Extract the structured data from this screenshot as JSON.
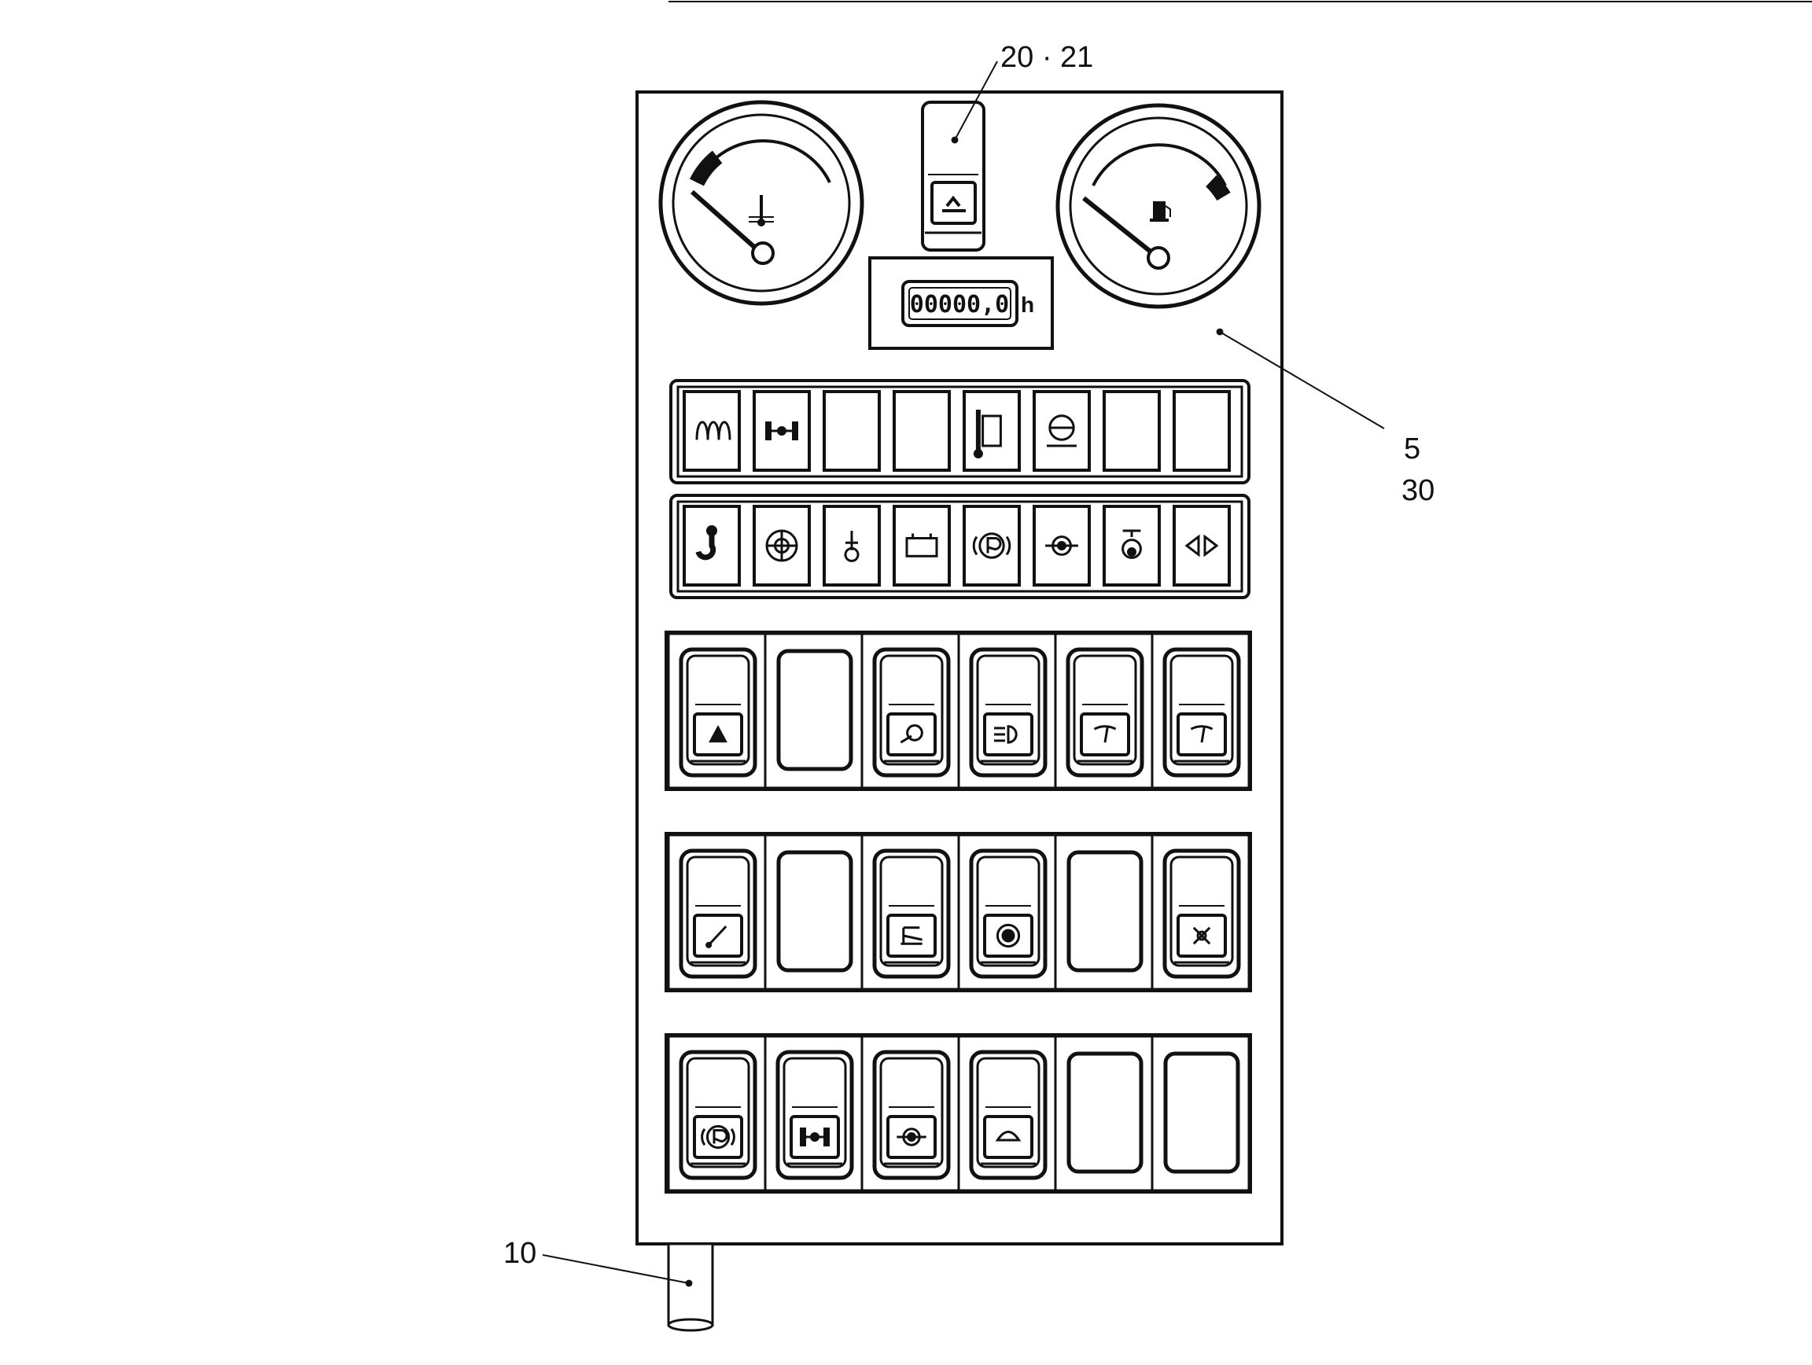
{
  "callouts": {
    "top_switch": "20 · 21",
    "panel_ref_a": "5",
    "panel_ref_b": "30",
    "cable_ref": "10"
  },
  "hour_meter": {
    "value": "00000,0",
    "unit": "h"
  },
  "gauges": [
    {
      "name": "coolant-temperature-gauge",
      "icon": "thermometer-icon"
    },
    {
      "name": "fuel-level-gauge",
      "icon": "fuel-pump-icon"
    }
  ],
  "indicator_rows": [
    [
      "preheat-coil-icon",
      "axle-icon",
      "blank",
      "blank",
      "hydraulic-oil-temp-icon",
      "brake-pressure-icon",
      "blank",
      "blank"
    ],
    [
      "hook-icon",
      "air-filter-icon",
      "oil-can-icon",
      "battery-icon",
      "parking-brake-icon",
      "oil-pressure-icon",
      "engine-oil-icon",
      "turn-signal-icon"
    ]
  ],
  "switch_rows": [
    [
      "hazard-warning-icon",
      "blank",
      "work-light-icon",
      "headlight-icon",
      "wiper-icon",
      "rear-wiper-icon"
    ],
    [
      "boom-icon",
      "blank",
      "stabilizer-icon",
      "steering-icon",
      "blank",
      "fan-icon"
    ],
    [
      "parking-brake-icon",
      "axle-lock-icon",
      "transmission-icon",
      "horn-icon",
      "blank",
      "blank"
    ]
  ],
  "colors": {
    "ink": "#111111",
    "paper": "#ffffff"
  }
}
